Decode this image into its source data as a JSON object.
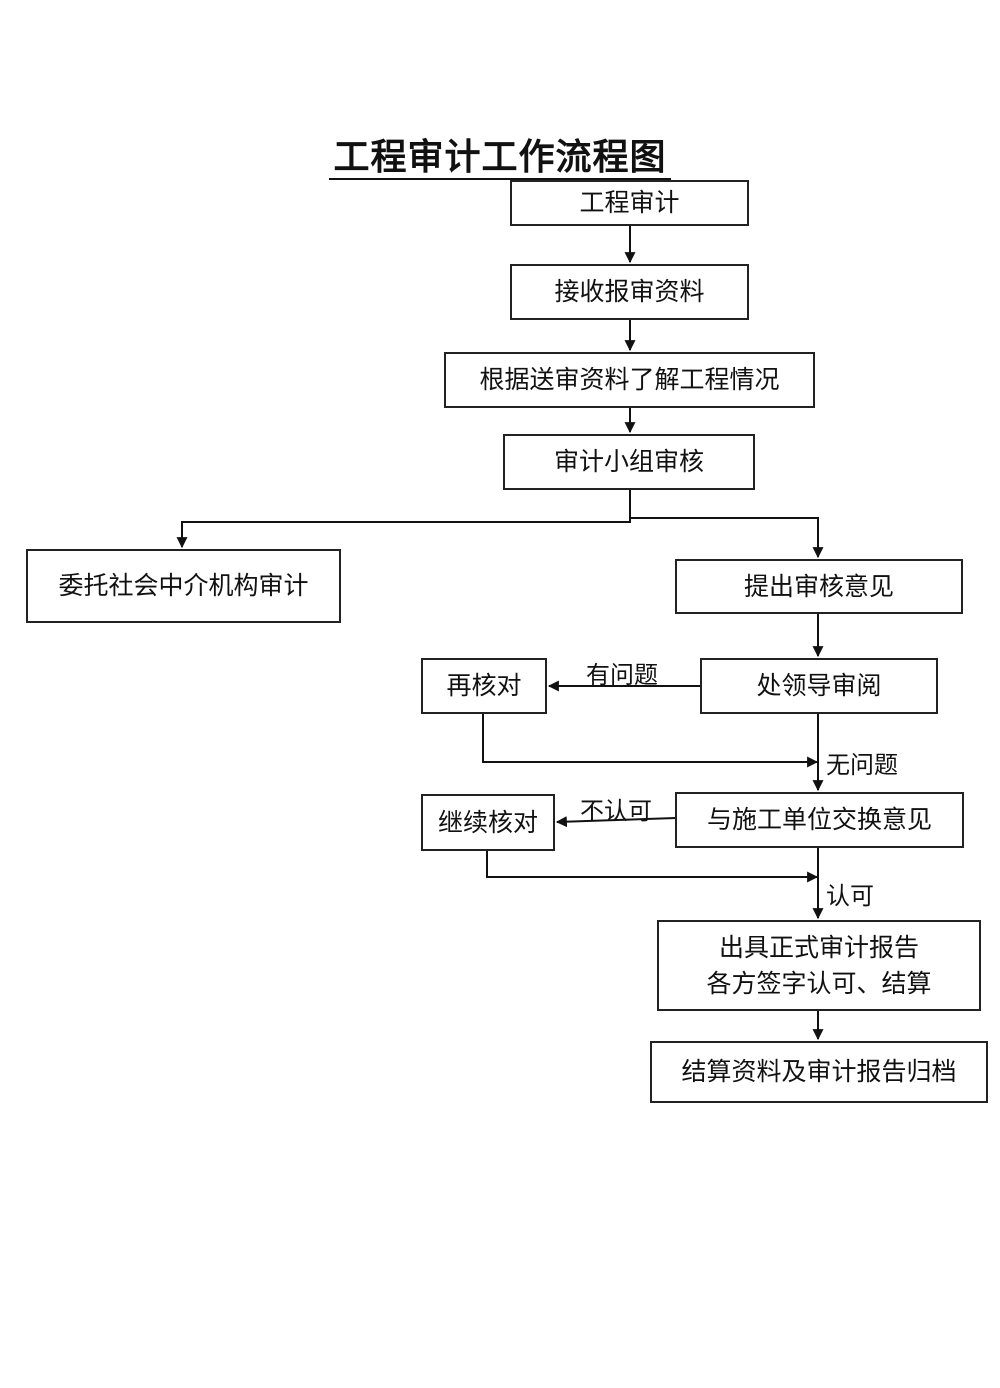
{
  "title": "工程审计工作流程图",
  "nodes": {
    "start": "工程审计",
    "receive": "接收报审资料",
    "understand": "根据送审资料了解工程情况",
    "group_review": "审计小组审核",
    "entrust": "委托社会中介机构审计",
    "opinion": "提出审核意见",
    "leader_review": "处领导审阅",
    "recheck": "再核对",
    "exchange": "与施工单位交换意见",
    "continue_check": "继续核对",
    "report_line1": "出具正式审计报告",
    "report_line2": "各方签字认可、结算",
    "archive": "结算资料及审计报告归档"
  },
  "edge_labels": {
    "has_problem": "有问题",
    "no_problem": "无问题",
    "not_approved": "不认可",
    "approved": "认可"
  }
}
